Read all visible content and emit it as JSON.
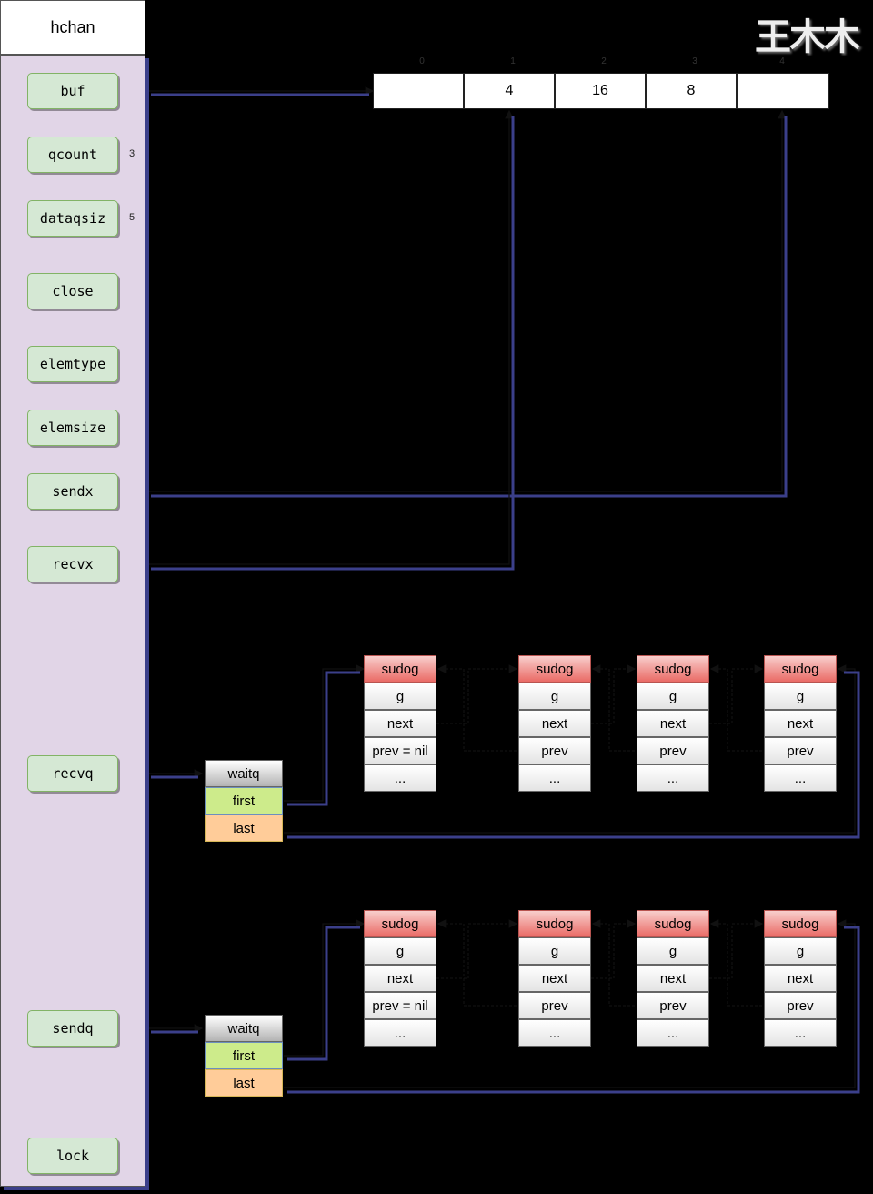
{
  "header": {
    "title": "hchan"
  },
  "watermark": "王木木",
  "fields": [
    {
      "key": "buf",
      "label": "buf"
    },
    {
      "key": "qcount",
      "label": "qcount",
      "value": "3"
    },
    {
      "key": "dataqsiz",
      "label": "dataqsiz",
      "value": "5"
    },
    {
      "key": "close",
      "label": "close"
    },
    {
      "key": "elemtype",
      "label": "elemtype"
    },
    {
      "key": "elemsize",
      "label": "elemsize"
    },
    {
      "key": "sendx",
      "label": "sendx"
    },
    {
      "key": "recvx",
      "label": "recvx"
    },
    {
      "key": "recvq",
      "label": "recvq"
    },
    {
      "key": "sendq",
      "label": "sendq"
    },
    {
      "key": "lock",
      "label": "lock"
    }
  ],
  "buffer": {
    "cells": [
      "",
      "4",
      "16",
      "8",
      ""
    ],
    "indices": [
      "0",
      "1",
      "2",
      "3",
      "4"
    ]
  },
  "recvq": {
    "waitq": {
      "title": "waitq",
      "first": "first",
      "last": "last"
    },
    "sudogs": [
      {
        "title": "sudog",
        "g": "g",
        "next": "next",
        "prev": "prev = nil",
        "more": "..."
      },
      {
        "title": "sudog",
        "g": "g",
        "next": "next",
        "prev": "prev",
        "more": "..."
      },
      {
        "title": "sudog",
        "g": "g",
        "next": "next",
        "prev": "prev",
        "more": "..."
      },
      {
        "title": "sudog",
        "g": "g",
        "next": "next",
        "prev": "prev",
        "more": "..."
      }
    ]
  },
  "sendq": {
    "waitq": {
      "title": "waitq",
      "first": "first",
      "last": "last"
    },
    "sudogs": [
      {
        "title": "sudog",
        "g": "g",
        "next": "next",
        "prev": "prev = nil",
        "more": "..."
      },
      {
        "title": "sudog",
        "g": "g",
        "next": "next",
        "prev": "prev",
        "more": "..."
      },
      {
        "title": "sudog",
        "g": "g",
        "next": "next",
        "prev": "prev",
        "more": "..."
      },
      {
        "title": "sudog",
        "g": "g",
        "next": "next",
        "prev": "prev",
        "more": "..."
      }
    ]
  },
  "colors": {
    "panel": "#e1d5e7",
    "field": "#d5e8d4",
    "sudog_head": "#f8cecc",
    "first": "#cdeb8b",
    "last": "#ffcc99",
    "connector": "#3b3f8a"
  }
}
